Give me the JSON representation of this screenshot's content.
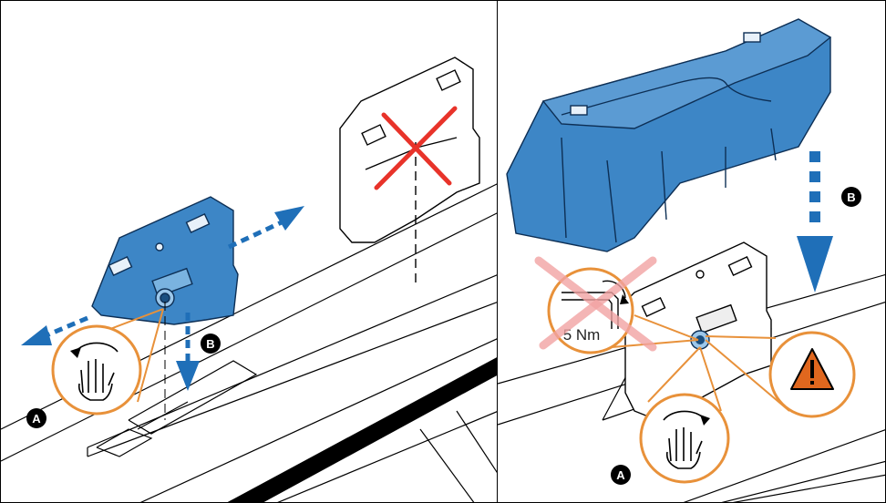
{
  "left_panel": {
    "labels": {
      "a": "A",
      "b": "B"
    },
    "icons": [
      "hand-rotate-icon",
      "cross-mark-icon",
      "arrow-icon"
    ]
  },
  "right_panel": {
    "labels": {
      "a": "A",
      "b": "B"
    },
    "torque_value": "5 Nm",
    "icons": [
      "hand-rotate-icon",
      "hex-key-icon",
      "warning-icon",
      "arrow-icon"
    ]
  },
  "colors": {
    "part_blue": "#3d86c6",
    "arrow_blue": "#1f6fb8",
    "callout_orange": "#e8913a",
    "cross_red": "#e8332a",
    "faded_red": "#f2a3a3",
    "warning_orange": "#e0671e"
  }
}
